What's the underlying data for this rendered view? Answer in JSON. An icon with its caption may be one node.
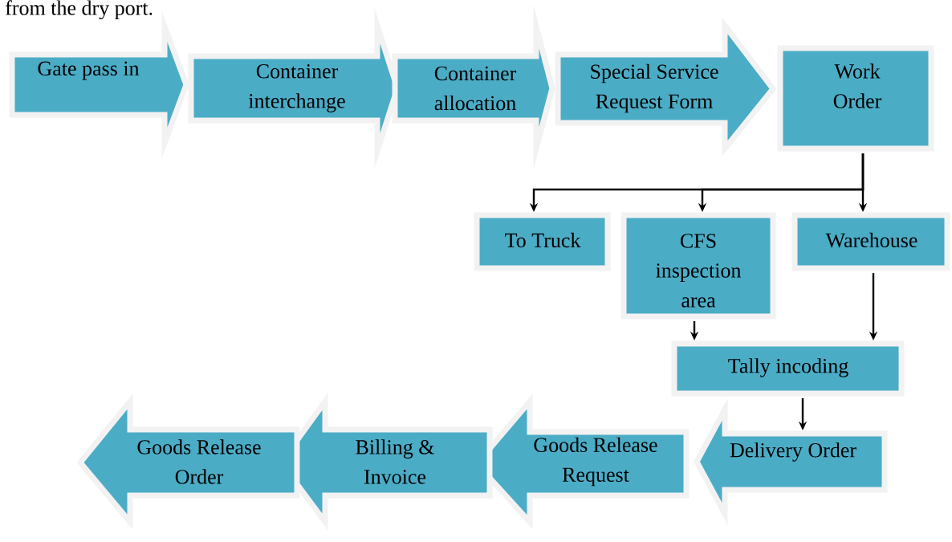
{
  "diagram": {
    "nodes": [
      {
        "text": [
          "Gate pass in"
        ]
      },
      {
        "text": [
          "Container interchange"
        ]
      },
      {
        "text": [
          "Container allocation"
        ]
      },
      {
        "text": [
          "Special Service Request Form"
        ]
      },
      {
        "text": [
          "Work Order"
        ]
      },
      {
        "text": [
          "To Truck"
        ]
      },
      {
        "text": [
          "CFS inspection area"
        ]
      },
      {
        "text": [
          "Warehouse"
        ]
      },
      {
        "text": [
          "Tally incoding"
        ]
      },
      {
        "text": [
          "Delivery Order"
        ]
      },
      {
        "text": [
          "Goods Release Request"
        ]
      },
      {
        "text": [
          "Billing & Invoice"
        ]
      },
      {
        "text": [
          "Goods Release Order"
        ]
      }
    ],
    "edges": [
      {
        "from": 4,
        "to": 5,
        "arrow": "to"
      },
      {
        "from": 4,
        "to": 6,
        "arrow": "to"
      },
      {
        "from": 4,
        "to": 7,
        "arrow": "to"
      },
      {
        "from": 6,
        "to": 8,
        "arrow": "to"
      },
      {
        "from": 7,
        "to": 8,
        "arrow": "to"
      },
      {
        "from": 8,
        "to": 9,
        "arrow": "to"
      }
    ],
    "labels": [
      "from the dry port."
    ]
  }
}
